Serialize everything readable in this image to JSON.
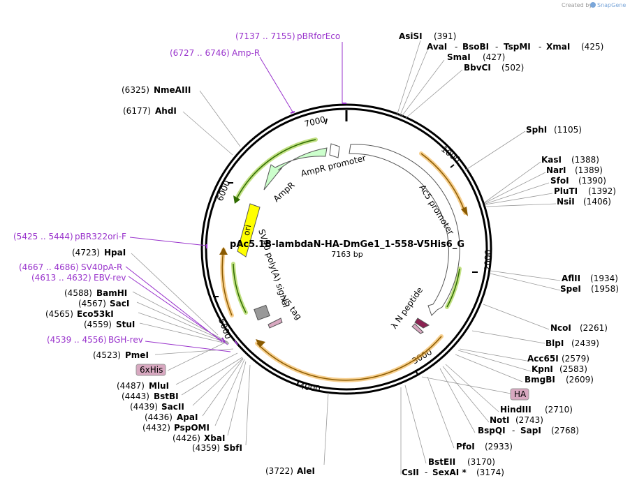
{
  "map": {
    "name": "pAc5.1B-lambdaN-HA-DmGe1_1-558-V5His6_G",
    "length_label": "7163 bp",
    "credit": "Created by",
    "brand": "SnapGene"
  },
  "ruler_ticks": [
    "1000",
    "2000",
    "3000",
    "4000",
    "5000",
    "6000",
    "7000"
  ],
  "features": {
    "ampr_promoter": "AmpR promoter",
    "ampr": "AmpR",
    "ac5_promoter": "Ac5 promoter",
    "ori": "ori",
    "sv40": "SV40 poly(A) signal",
    "v5_tag": "V5 tag",
    "lambda_n": "λ N peptide",
    "his_tag": "6xHis",
    "ha_tag": "HA"
  },
  "primers": [
    {
      "range": "(7137 .. 7155)",
      "name": "pBRforEco"
    },
    {
      "range": "(6727 .. 6746)",
      "name": "Amp-R"
    },
    {
      "range": "(5425 .. 5444)",
      "name": "pBR322ori-F"
    },
    {
      "range": "(4667 .. 4686)",
      "name": "SV40pA-R"
    },
    {
      "range": "(4613 .. 4632)",
      "name": "EBV-rev"
    },
    {
      "range": "(4539 .. 4556)",
      "name": "BGH-rev"
    }
  ],
  "sites": {
    "asisi": {
      "name": "AsiSI",
      "pos": "(391)"
    },
    "avai": {
      "name": "AvaI",
      "pos": ""
    },
    "bsobi": {
      "name": "BsoBI",
      "pos": ""
    },
    "tspmi": {
      "name": "TspMI",
      "pos": ""
    },
    "xmai": {
      "name": "XmaI",
      "pos": "(425)"
    },
    "smai": {
      "name": "SmaI",
      "pos": "(427)"
    },
    "bbvci": {
      "name": "BbvCI",
      "pos": "(502)"
    },
    "sphi": {
      "name": "SphI",
      "pos": "(1105)"
    },
    "kasi": {
      "name": "KasI",
      "pos": "(1388)"
    },
    "nari": {
      "name": "NarI",
      "pos": "(1389)"
    },
    "sfoi": {
      "name": "SfoI",
      "pos": "(1390)"
    },
    "pluti": {
      "name": "PluTI",
      "pos": "(1392)"
    },
    "nsii": {
      "name": "NsiI",
      "pos": "(1406)"
    },
    "aflii": {
      "name": "AflII",
      "pos": "(1934)"
    },
    "spei": {
      "name": "SpeI",
      "pos": "(1958)"
    },
    "ncoi": {
      "name": "NcoI",
      "pos": "(2261)"
    },
    "blpi": {
      "name": "BlpI",
      "pos": "(2439)"
    },
    "acc65i": {
      "name": "Acc65I",
      "pos": "(2579)"
    },
    "kpni": {
      "name": "KpnI",
      "pos": "(2583)"
    },
    "bmgbi": {
      "name": "BmgBI",
      "pos": "(2609)"
    },
    "hindiii": {
      "name": "HindIII",
      "pos": "(2710)"
    },
    "noti": {
      "name": "NotI",
      "pos": "(2743)"
    },
    "bspqi": {
      "name": "BspQI",
      "pos": ""
    },
    "sapi": {
      "name": "SapI",
      "pos": "(2768)"
    },
    "pfoi": {
      "name": "PfoI",
      "pos": "(2933)"
    },
    "bsteii": {
      "name": "BstEII",
      "pos": "(3170)"
    },
    "csii": {
      "name": "CsII",
      "pos": ""
    },
    "sexai": {
      "name": "SexAI *",
      "pos": "(3174)"
    },
    "alei": {
      "name": "AleI",
      "pos": "(3722)"
    },
    "sbfi": {
      "name": "SbfI",
      "pos": "(4359)"
    },
    "xbai": {
      "name": "XbaI",
      "pos": "(4426)"
    },
    "pspomi": {
      "name": "PspOMI",
      "pos": "(4432)"
    },
    "apai": {
      "name": "ApaI",
      "pos": "(4436)"
    },
    "sacii": {
      "name": "SacII",
      "pos": "(4439)"
    },
    "bstbi": {
      "name": "BstBI",
      "pos": "(4443)"
    },
    "mlui": {
      "name": "MluI",
      "pos": "(4487)"
    },
    "pmei": {
      "name": "PmeI",
      "pos": "(4523)"
    },
    "stui": {
      "name": "StuI",
      "pos": "(4559)"
    },
    "eco53ki": {
      "name": "Eco53kI",
      "pos": "(4565)"
    },
    "saci": {
      "name": "SacI",
      "pos": "(4567)"
    },
    "bamhi": {
      "name": "BamHI",
      "pos": "(4588)"
    },
    "hpai": {
      "name": "HpaI",
      "pos": "(4723)"
    },
    "ahdi": {
      "name": "AhdI",
      "pos": "(6177)"
    },
    "nmeaiii": {
      "name": "NmeAIII",
      "pos": "(6325)"
    }
  },
  "colors": {
    "primer": "#9933cc",
    "orf_outline": "#f0a830",
    "green_arrow": "#5aa02c",
    "ori_fill": "#ffff00",
    "ampr_fill": "#ccffcc",
    "tag_fill": "#d8a8c0"
  }
}
